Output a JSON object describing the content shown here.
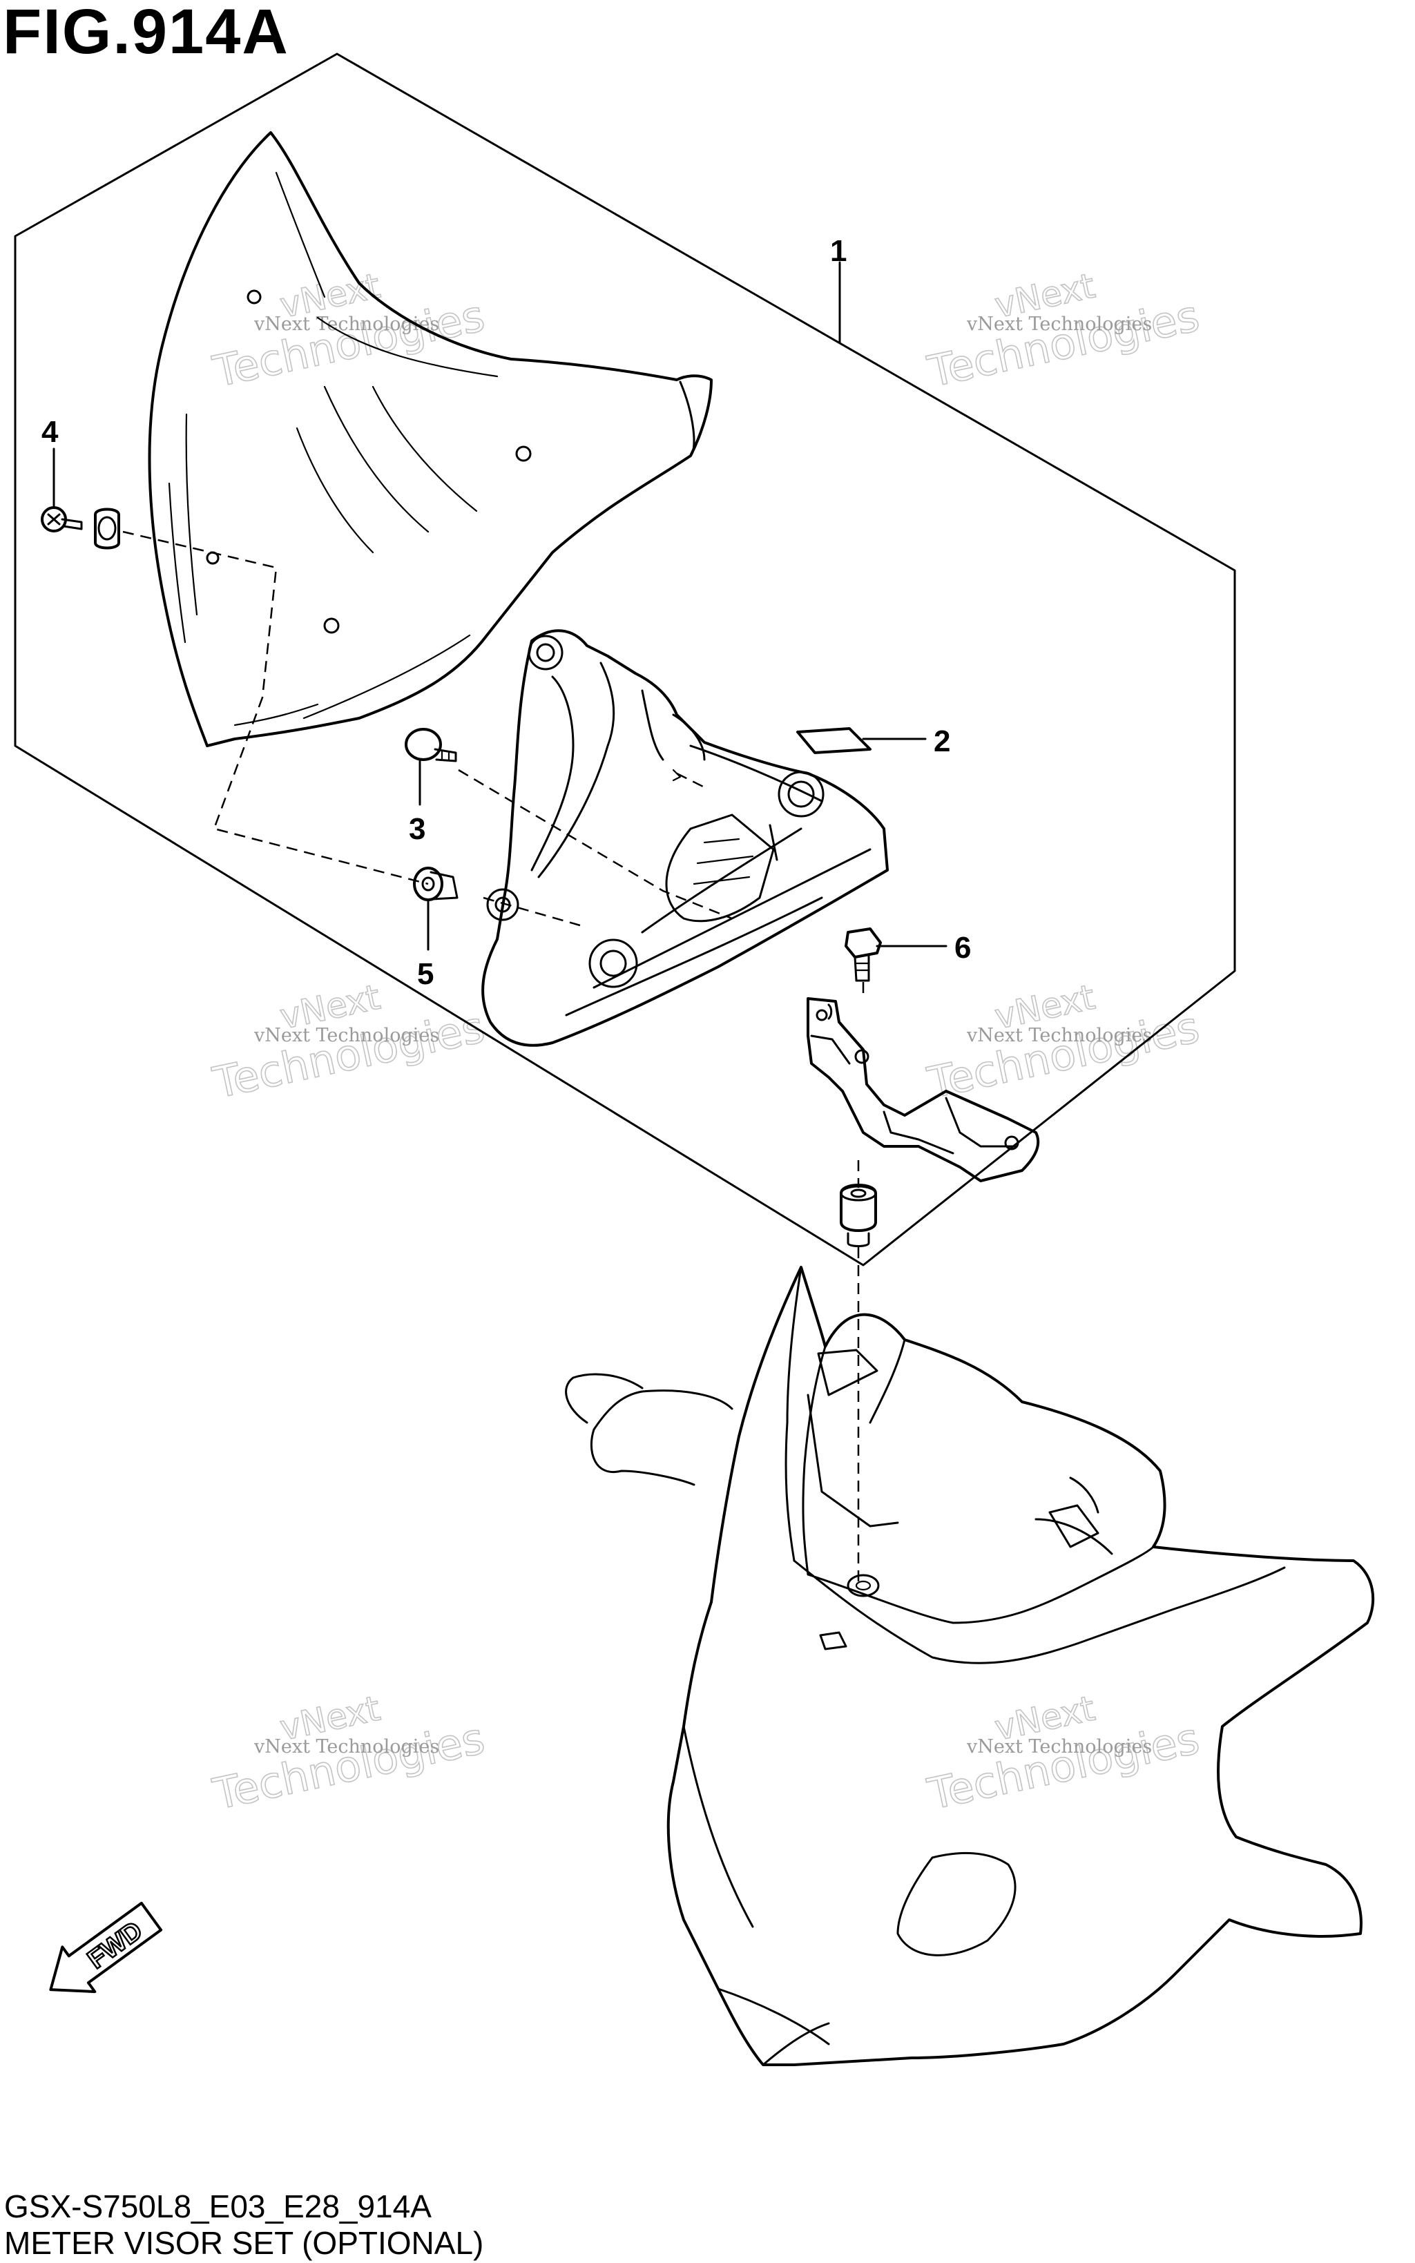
{
  "figure": {
    "title": "FIG.914A",
    "code": "GSX-S750L8_E03_E28_914A",
    "name": "METER VISOR SET (OPTIONAL)"
  },
  "direction_marker": "FWD",
  "callouts": [
    "1",
    "2",
    "3",
    "4",
    "5",
    "6"
  ],
  "watermark": {
    "line1": "vNext Technologies",
    "line2": "vNext",
    "line3": "Technologies"
  },
  "colors": {
    "line": "#000000",
    "watermark": "#9a9a9a",
    "background": "#ffffff"
  }
}
